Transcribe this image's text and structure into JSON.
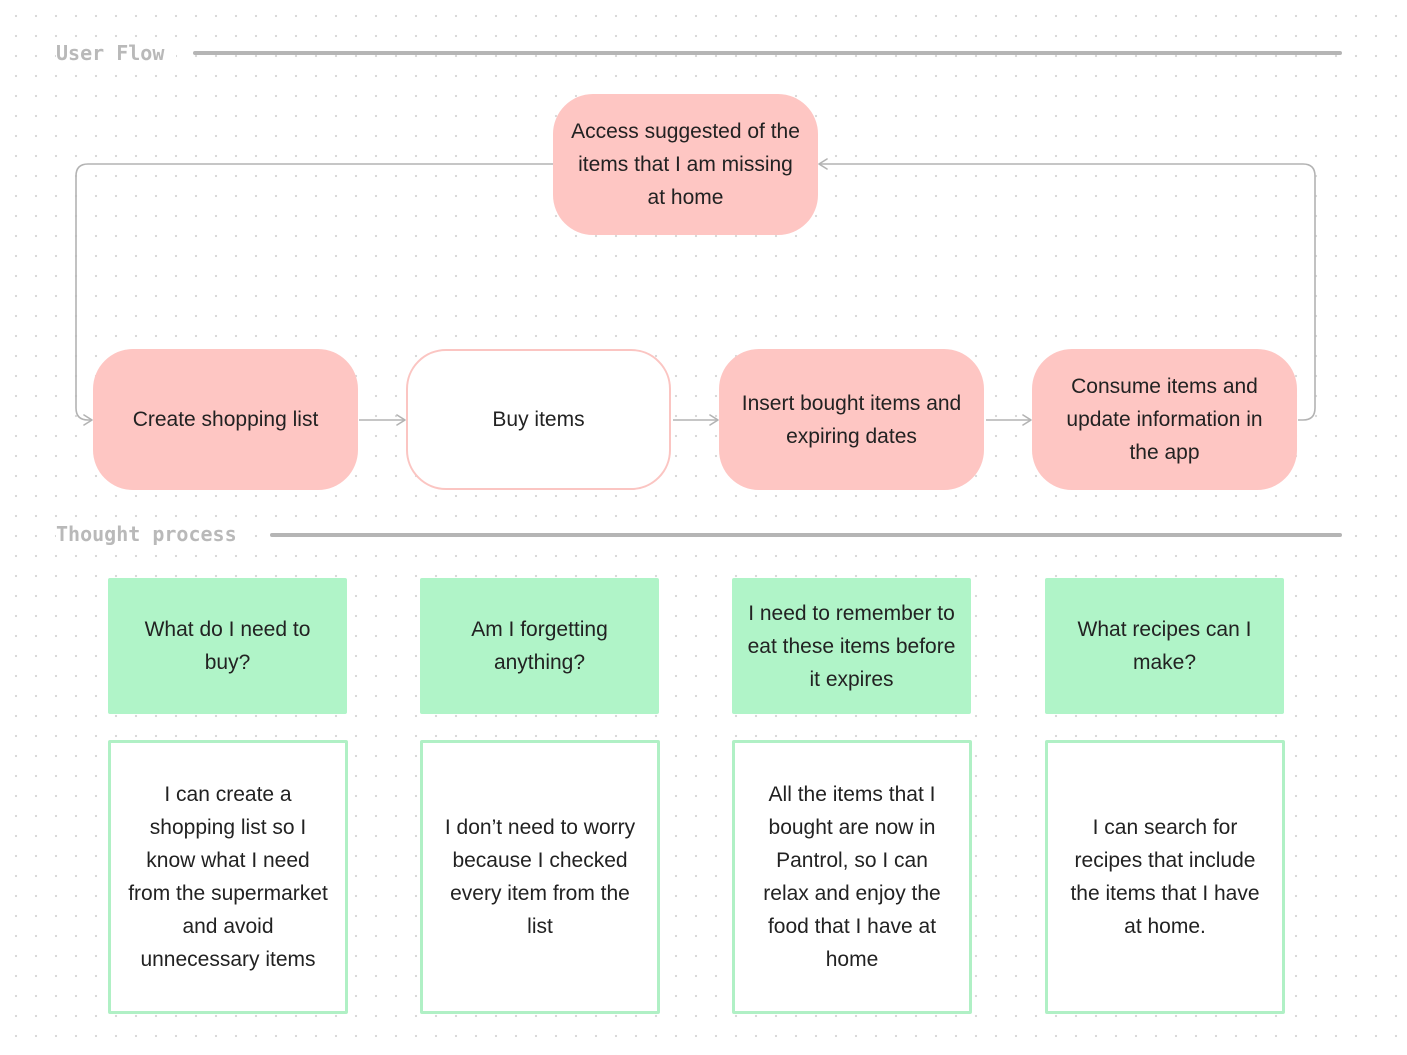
{
  "sections": {
    "user_flow_label": "User Flow",
    "thought_process_label": "Thought process"
  },
  "user_flow": {
    "top_node": "Access suggested of the items that I am missing at home",
    "steps": [
      "Create shopping list",
      "Buy items",
      "Insert bought items and expiring dates",
      "Consume items and update information in the app"
    ]
  },
  "thought_process": {
    "questions": [
      "What do I need to buy?",
      "Am I forgetting anything?",
      "I need to remember to eat these items before it expires",
      "What recipes can I make?"
    ],
    "answers": [
      "I can create a shopping list so I know what I need from the supermarket and avoid unnecessary items",
      "I don’t need to worry because I checked every item from the list",
      "All the items that I bought are now in Pantrol, so I can relax and enjoy the food that I have at home",
      "I can search for recipes that include the items that I have at home."
    ]
  },
  "colors": {
    "flow_node_fill": "#fec6c3",
    "flow_node_outline": "#fbc5c2",
    "question_fill": "#b0f4c8",
    "answer_border": "#b0f0c5",
    "section_label": "#b9b9b9",
    "connector": "#b3b3b3"
  }
}
